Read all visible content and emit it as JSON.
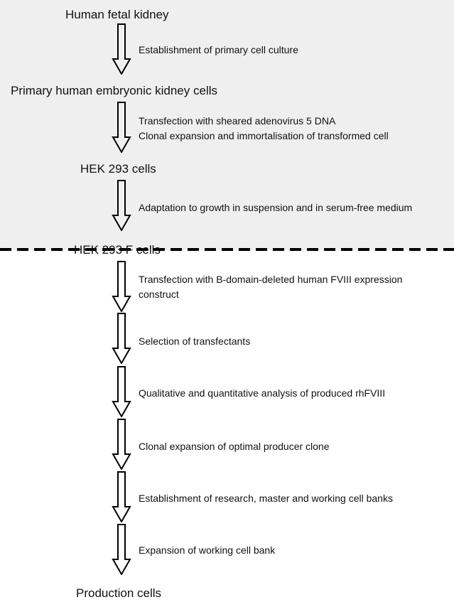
{
  "nodes": {
    "fetal_kidney": "Human fetal kidney",
    "primary_cells": "Primary human embryonic kidney cells",
    "hek293": "HEK 293 cells",
    "hek293f": "HEK 293 F cells",
    "production": "Production cells"
  },
  "steps": {
    "s1": [
      "Establishment of primary cell culture"
    ],
    "s2": [
      "Transfection with sheared adenovirus 5 DNA",
      "Clonal expansion and immortalisation of transformed cell"
    ],
    "s3": [
      "Adaptation to growth in suspension and in serum-free medium"
    ],
    "s4": [
      "Transfection with B-domain-deleted human FVIII expression",
      "construct"
    ],
    "s5": [
      "Selection of transfectants"
    ],
    "s6": [
      "Qualitative and quantitative analysis of produced rhFVIII"
    ],
    "s7": [
      "Clonal expansion of optimal producer clone"
    ],
    "s8": [
      "Establishment of research, master and working cell banks"
    ],
    "s9": [
      "Expansion of working cell bank"
    ]
  }
}
